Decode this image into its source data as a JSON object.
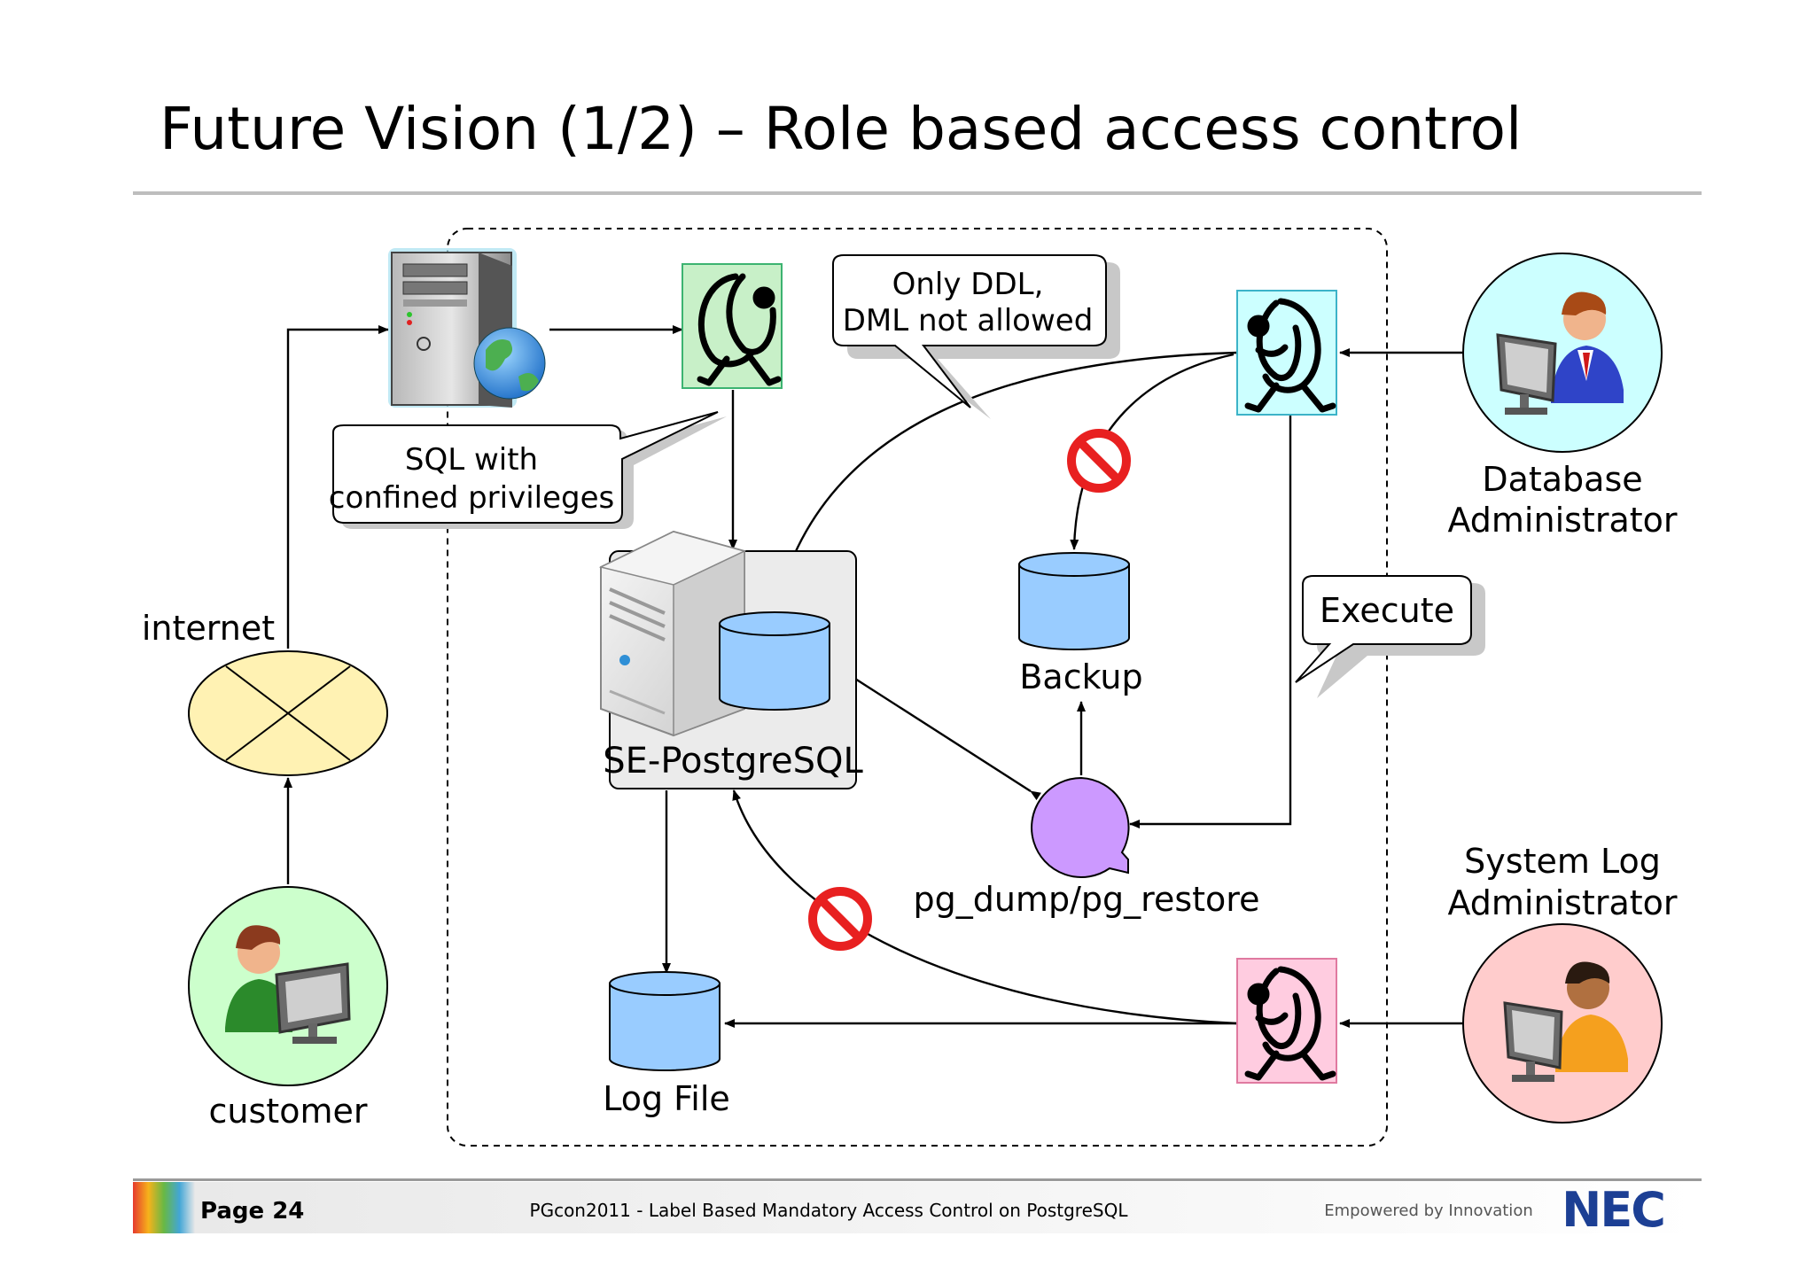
{
  "slide": {
    "title": "Future Vision (1/2) – Role based access control"
  },
  "labels": {
    "internet": "internet",
    "customer": "customer",
    "sepg": "SE-PostgreSQL",
    "backup": "Backup",
    "pgdump": "pg_dump/pg_restore",
    "logfile": "Log File",
    "dba_line1": "Database",
    "dba_line2": "Administrator",
    "syslog_line1": "System Log",
    "syslog_line2": "Administrator"
  },
  "callouts": {
    "sql_line1": "SQL with",
    "sql_line2": "confined privileges",
    "ddl_line1": "Only DDL,",
    "ddl_line2": "DML not allowed",
    "execute": "Execute"
  },
  "footer": {
    "page": "Page 24",
    "center": "PGcon2011 - Label Based Mandatory Access Control on PostgreSQL",
    "tagline": "Empowered by Innovation",
    "logo": "NEC"
  },
  "colors": {
    "db_fill": "#99ccff",
    "process_fill": "#cc99ff",
    "internet_fill": "#fff2b3",
    "customer_fill": "#ccffcc",
    "dba_fill": "#ccffff",
    "syslog_fill": "#ffcccc",
    "forbidden": "#e82020",
    "nec_blue": "#1c3f94"
  },
  "icons": {
    "web_server": "web-server-icon",
    "db_server": "database-server-icon",
    "forbidden": "no-entry-icon",
    "user": "user-at-computer-icon",
    "daemon": "daemon-character-icon"
  }
}
